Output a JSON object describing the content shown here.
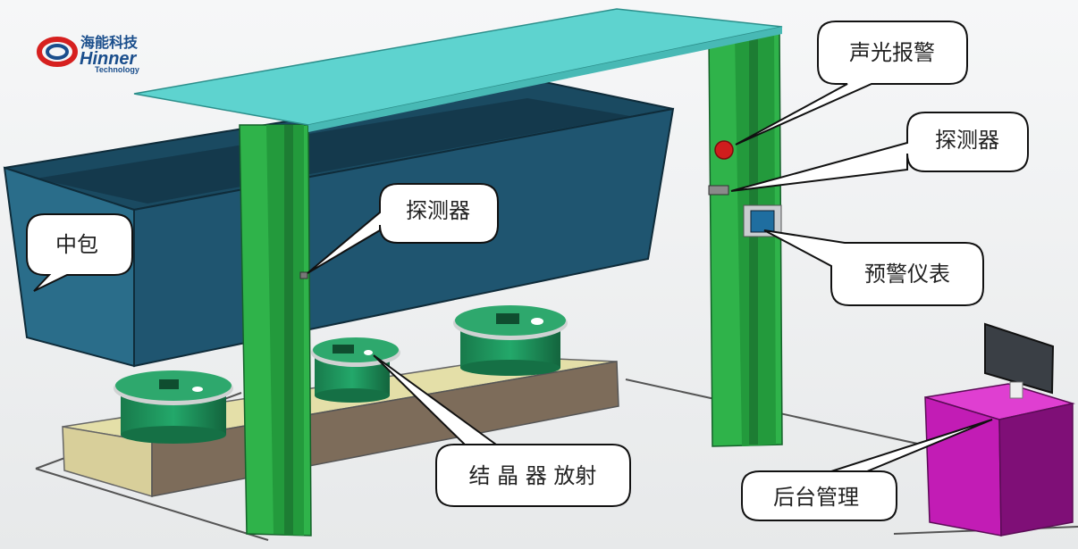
{
  "logo": {
    "name_cn": "海能科技",
    "name_en": "Hinner",
    "sub": "Technology"
  },
  "callouts": {
    "alarm": "声光报警",
    "detector_right": "探测器",
    "detector_left": "探测器",
    "tundish": "中包",
    "instrument": "预警仪表",
    "mold_source": "结 晶 器 放射",
    "backend": "后台管理"
  },
  "colors": {
    "gantry_green": "#2fb34a",
    "gantry_dark": "#1d7d33",
    "top_plate": "#5ed3cf",
    "tundish_front": "#1e5a73",
    "tundish_inner": "#153d54",
    "platform_top": "#e4dfa8",
    "platform_front": "#7d6c5a",
    "mold_green": "#1f9a60",
    "cabinet": "#c21cb5",
    "alarm_red": "#d01d1d"
  }
}
